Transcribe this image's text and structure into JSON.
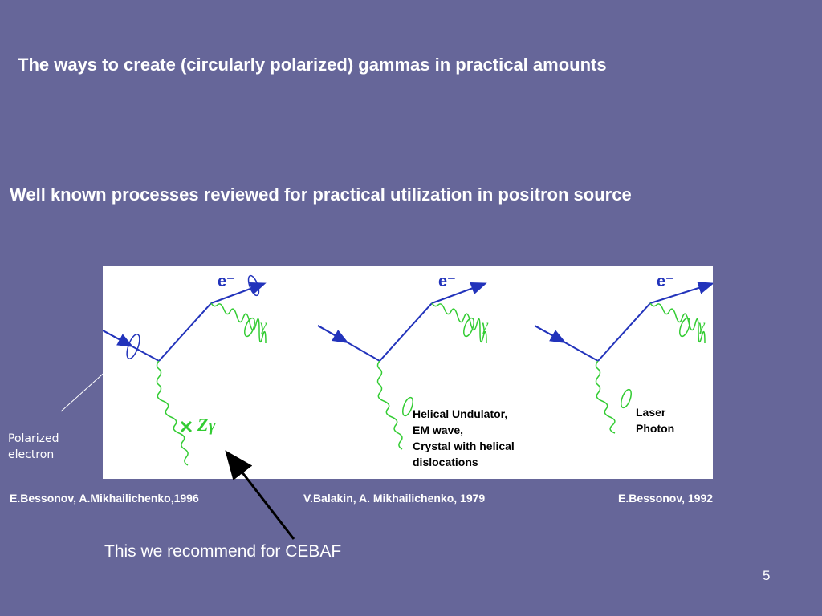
{
  "slide": {
    "title": "The ways to create (circularly polarized) gammas in practical amounts",
    "subtitle": "Well known processes reviewed for practical utilization in positron source",
    "polarized_label": "Polarized\nelectron",
    "diagrams": [
      {
        "electron_label": "e⁻",
        "gamma_label": "γ",
        "z_label": "Zγ"
      },
      {
        "electron_label": "e⁻",
        "gamma_label": "γ",
        "source_label": "Helical Undulator,\nEM wave,\nCrystal with helical\ndislocations"
      },
      {
        "electron_label": "e⁻",
        "gamma_label": "γ",
        "source_label": "Laser\nPhoton"
      }
    ],
    "references": [
      "E.Bessonov, A.Mikhailichenko,1996",
      "V.Balakin, A. Mikhailichenko, 1979",
      "E.Bessonov, 1992"
    ],
    "recommendation": "This we recommend for CEBAF",
    "page_number": "5",
    "colors": {
      "background": "#666699",
      "electron_line": "#2233bb",
      "photon_line": "#33cc33"
    }
  }
}
